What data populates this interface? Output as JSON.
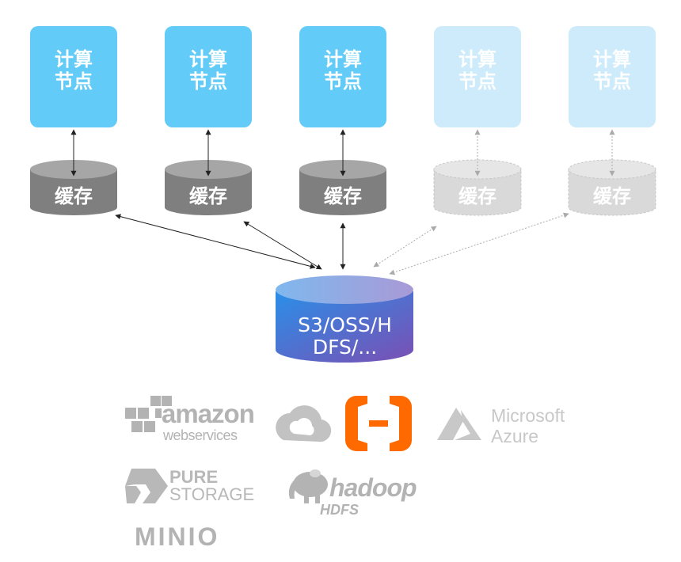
{
  "nodes": [
    {
      "label_line1": "计算",
      "label_line2": "节点",
      "cache": "缓存",
      "active": true
    },
    {
      "label_line1": "计算",
      "label_line2": "节点",
      "cache": "缓存",
      "active": true
    },
    {
      "label_line1": "计算",
      "label_line2": "节点",
      "cache": "缓存",
      "active": true
    },
    {
      "label_line1": "计算",
      "label_line2": "节点",
      "cache": "缓存",
      "active": false
    },
    {
      "label_line1": "计算",
      "label_line2": "节点",
      "cache": "缓存",
      "active": false
    }
  ],
  "storage": {
    "line1": "S3/OSS/H",
    "line2": "DFS/..."
  },
  "logos": {
    "aws_line1": "amazon",
    "aws_line2": "webservices",
    "azure_line1": "Microsoft",
    "azure_line2": "Azure",
    "pure_line1": "PURE",
    "pure_line2": "STORAGE",
    "hadoop_line1": "hadoop",
    "hadoop_line2": "HDFS",
    "minio": "MINIO"
  },
  "colors": {
    "node_active": "#62cbf7",
    "node_inactive": "#cdebfb",
    "cache_active": "#7f7f7f",
    "cache_inactive": "#d9d9d9",
    "storage_gradient_start": "#2a8fe8",
    "storage_gradient_end": "#7b4fb3",
    "alibaba_orange": "#ff6a00",
    "logo_gray": "#b3b3b3"
  }
}
